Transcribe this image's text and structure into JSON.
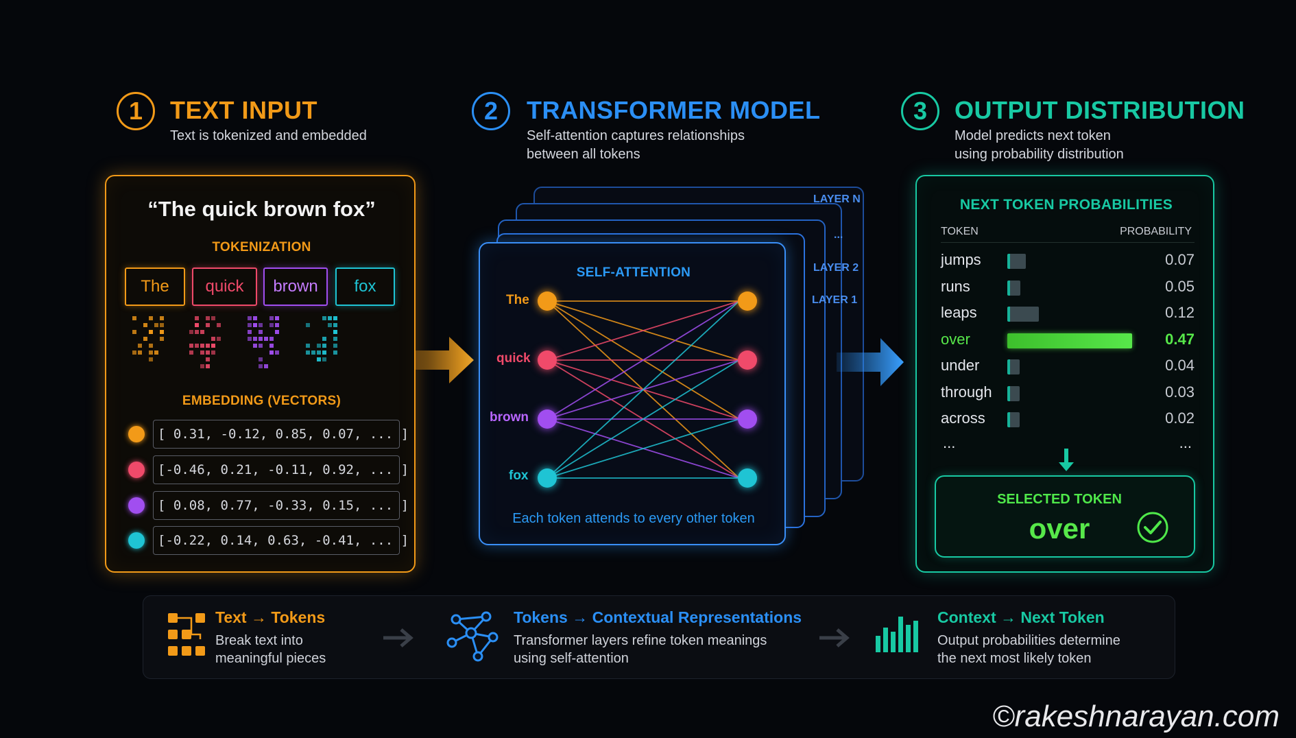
{
  "steps": {
    "s1": {
      "num": "1",
      "title": "TEXT INPUT",
      "sub": "Text is tokenized and embedded",
      "color": "#f29a18"
    },
    "s2": {
      "num": "2",
      "title": "TRANSFORMER MODEL",
      "sub1": "Self-attention captures relationships",
      "sub2": "between all tokens",
      "color": "#2b8ff5"
    },
    "s3": {
      "num": "3",
      "title": "OUTPUT DISTRIBUTION",
      "sub1": "Model predicts next token",
      "sub2": "using probability distribution",
      "color": "#18c9a3"
    }
  },
  "input": {
    "quote": "“The quick brown fox”",
    "tokenization_label": "TOKENIZATION",
    "tokens": [
      {
        "text": "The",
        "color": "#f29a18"
      },
      {
        "text": "quick",
        "color": "#f04a6a"
      },
      {
        "text": "brown",
        "color": "#a14ef0"
      },
      {
        "text": "fox",
        "color": "#1fc4d4"
      }
    ],
    "embedding_label": "EMBEDDING (VECTORS)",
    "vectors": [
      {
        "text": "[ 0.31, -0.12, 0.85, 0.07, ... ]",
        "color": "#f29a18"
      },
      {
        "text": "[-0.46, 0.21, -0.11, 0.92, ... ]",
        "color": "#f04a6a"
      },
      {
        "text": "[ 0.08, 0.77, -0.33, 0.15, ... ]",
        "color": "#a14ef0"
      },
      {
        "text": "[-0.22, 0.14, 0.63, -0.41, ... ]",
        "color": "#1fc4d4"
      }
    ]
  },
  "transformer": {
    "layer_tags": [
      "LAYER N",
      "...",
      "LAYER 2",
      "LAYER 1"
    ],
    "attention_label": "SELF-ATTENTION",
    "tokens": [
      "The",
      "quick",
      "brown",
      "fox"
    ],
    "caption": "Each token attends to every other token"
  },
  "output": {
    "header": "NEXT TOKEN PROBABILITIES",
    "col_token": "TOKEN",
    "col_prob": "PROBABILITY",
    "rows": [
      {
        "token": "jumps",
        "prob": 0.07,
        "label": "0.07"
      },
      {
        "token": "runs",
        "prob": 0.05,
        "label": "0.05"
      },
      {
        "token": "leaps",
        "prob": 0.12,
        "label": "0.12"
      },
      {
        "token": "over",
        "prob": 0.47,
        "label": "0.47",
        "selected": true
      },
      {
        "token": "under",
        "prob": 0.04,
        "label": "0.04"
      },
      {
        "token": "through",
        "prob": 0.03,
        "label": "0.03"
      },
      {
        "token": "across",
        "prob": 0.02,
        "label": "0.02"
      }
    ],
    "more_left": "...",
    "more_right": "...",
    "selected_label": "SELECTED TOKEN",
    "selected_token": "over"
  },
  "summary": [
    {
      "title": "Text → Tokens",
      "line1": "Break text into",
      "line2": "meaningful pieces",
      "icon": "tokens-grid-icon",
      "color": "#f29a18"
    },
    {
      "title": "Tokens → Contextual Representations",
      "line1": "Transformer layers refine token meanings",
      "line2": "using self-attention",
      "icon": "network-graph-icon",
      "color": "#2b8ff5"
    },
    {
      "title": "Context → Next Token",
      "line1": "Output probabilities determine",
      "line2": "the next most likely token",
      "icon": "bar-chart-icon",
      "color": "#18c9a3"
    }
  ],
  "watermark": "©rakeshnarayan.com"
}
